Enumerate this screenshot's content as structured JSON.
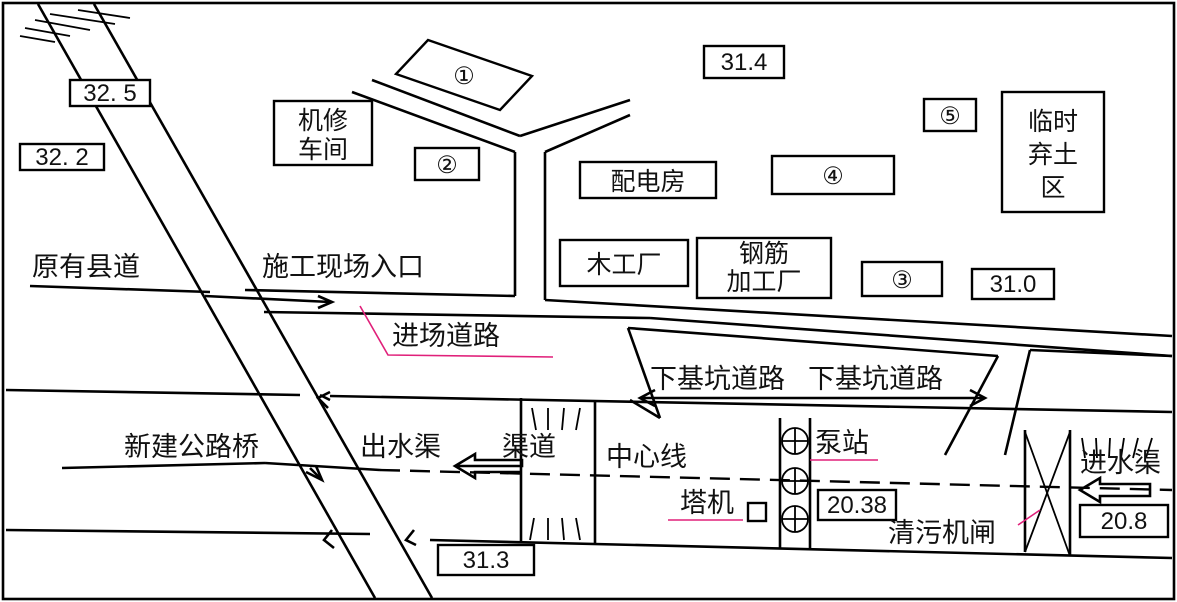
{
  "elevations": {
    "nw": "32. 5",
    "w": "32. 2",
    "north": "31.4",
    "east": "31.0",
    "south": "31.3",
    "pump": "20.38",
    "inlet": "20.8"
  },
  "markers": {
    "m1": "①",
    "m2": "②",
    "m3": "③",
    "m4": "④",
    "m5": "⑤"
  },
  "buildings": {
    "repair_line1": "机修",
    "repair_line2": "车间",
    "power_room": "配电房",
    "carpentry": "木工厂",
    "rebar_line1": "钢筋",
    "rebar_line2": "加工厂",
    "spoil_line1": "临时",
    "spoil_line2": "弃土",
    "spoil_line3": "区"
  },
  "labels": {
    "old_road": "原有县道",
    "site_entrance": "施工现场入口",
    "access_road": "进场道路",
    "pit_road_left": "下基坑道路",
    "pit_road_right": "下基坑道路",
    "new_bridge": "新建公路桥",
    "outlet_channel": "出水渠",
    "channel": "渠道",
    "centerline": "中心线",
    "pump_station": "泵站",
    "tower_crane": "塔机",
    "trash_gate": "清污机闸",
    "inlet_channel": "进水渠"
  },
  "colors": {
    "line": "#000000",
    "leader": "#e0207a",
    "background": "#ffffff"
  }
}
